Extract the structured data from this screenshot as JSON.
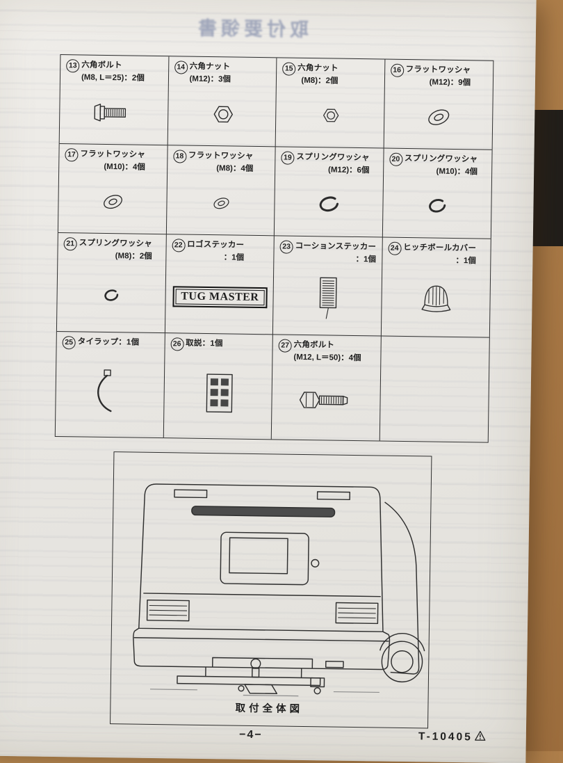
{
  "page": {
    "bleed_header": "取付要領書",
    "footer_page": "−4−",
    "footer_code": "T-10405"
  },
  "figure": {
    "caption": "取付全体図"
  },
  "colors": {
    "paper": "#eae8e3",
    "desk": "#b5854f",
    "ink": "#1f1f1f"
  },
  "parts": [
    {
      "num": "13",
      "name": "六角ボルト",
      "spec": "(M8, L＝25)：2個",
      "icon": "hex-bolt"
    },
    {
      "num": "14",
      "name": "六角ナット",
      "spec": "(M12)：3個",
      "icon": "hex-nut"
    },
    {
      "num": "15",
      "name": "六角ナット",
      "spec": "(M8)：2個",
      "icon": "hex-nut"
    },
    {
      "num": "16",
      "name": "フラットワッシャ",
      "spec": "(M12)：9個",
      "icon": "flat-washer"
    },
    {
      "num": "17",
      "name": "フラットワッシャ",
      "spec": "(M10)：4個",
      "icon": "flat-washer"
    },
    {
      "num": "18",
      "name": "フラットワッシャ",
      "spec": "(M8)：4個",
      "icon": "flat-washer"
    },
    {
      "num": "19",
      "name": "スプリングワッシャ",
      "spec": "(M12)：6個",
      "icon": "spring-washer"
    },
    {
      "num": "20",
      "name": "スプリングワッシャ",
      "spec": "(M10)：4個",
      "icon": "spring-washer"
    },
    {
      "num": "21",
      "name": "スプリングワッシャ",
      "spec": "(M8)：2個",
      "icon": "spring-washer"
    },
    {
      "num": "22",
      "name": "ロゴステッカー",
      "spec": "：1個",
      "icon": "logo-sticker",
      "logo_text": "TUG MASTER"
    },
    {
      "num": "23",
      "name": "コーションステッカー",
      "spec": "：1個",
      "icon": "caution-sticker"
    },
    {
      "num": "24",
      "name": "ヒッチボールカバー",
      "spec": "：1個",
      "icon": "hitch-ball-cover"
    },
    {
      "num": "25",
      "name": "タイラップ：1個",
      "spec": "",
      "icon": "tie-wrap"
    },
    {
      "num": "26",
      "name": "取説：1個",
      "spec": "",
      "icon": "manual"
    },
    {
      "num": "27",
      "name": "六角ボルト",
      "spec": "(M12, L＝50)：4個",
      "icon": "hex-bolt"
    }
  ]
}
